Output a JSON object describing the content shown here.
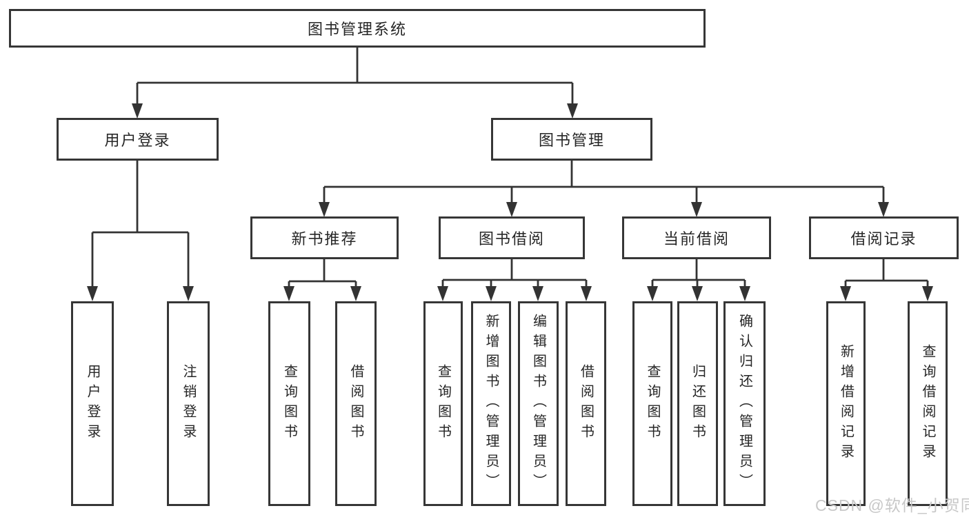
{
  "diagram": {
    "root": "图书管理系统",
    "branches": [
      {
        "label": "用户登录",
        "children": [
          "用户登录",
          "注销登录"
        ]
      },
      {
        "label": "图书管理",
        "children": [
          {
            "label": "新书推荐",
            "children": [
              "查询图书",
              "借阅图书"
            ]
          },
          {
            "label": "图书借阅",
            "children": [
              "查询图书",
              "新增图书（管理员）",
              "编辑图书（管理员）",
              "借阅图书"
            ]
          },
          {
            "label": "当前借阅",
            "children": [
              "查询图书",
              "归还图书",
              "确认归还（管理员）"
            ]
          },
          {
            "label": "借阅记录",
            "children": [
              "新增借阅记录",
              "查询借阅记录"
            ]
          }
        ]
      }
    ]
  },
  "watermark": "CSDN @软件_小贺同学",
  "colors": {
    "line": "#333333",
    "box_border": "#363636",
    "text": "#262626",
    "watermark": "#c8c8c8",
    "background": "#ffffff"
  }
}
